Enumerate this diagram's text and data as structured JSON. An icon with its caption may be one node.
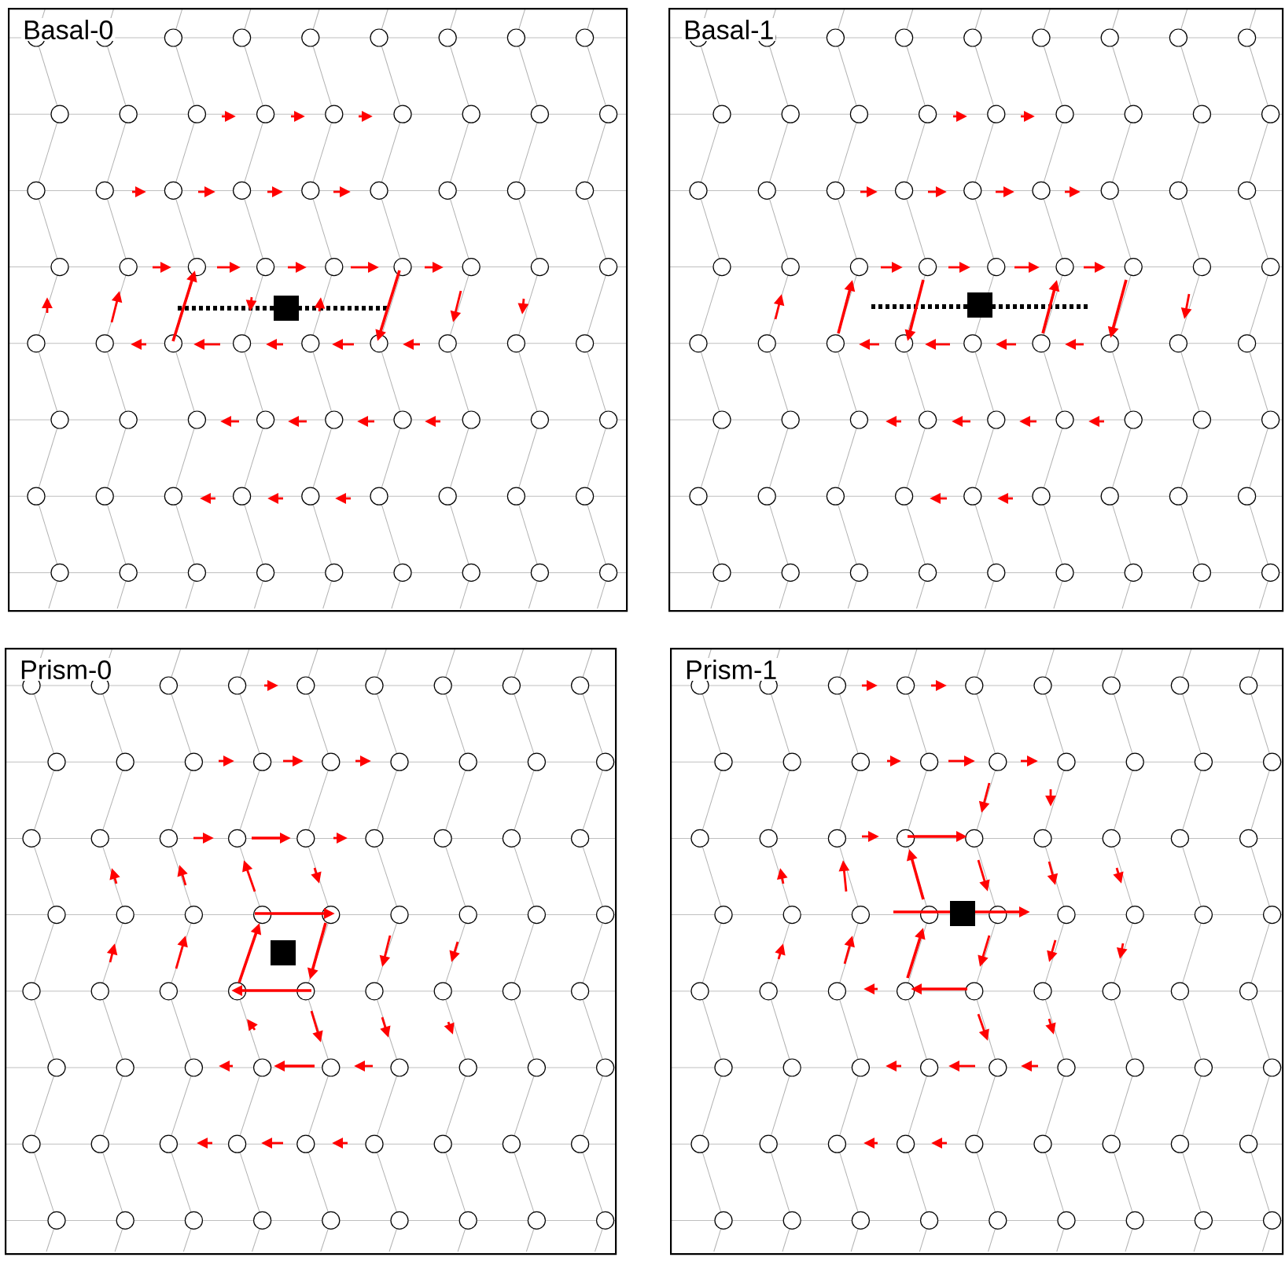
{
  "diagram": {
    "nodes": [
      {
        "text": [
          "Basal-0"
        ]
      },
      {
        "text": [
          "Basal-1"
        ]
      },
      {
        "text": [
          "Prism-0"
        ]
      },
      {
        "text": [
          "Prism-1"
        ]
      }
    ]
  }
}
